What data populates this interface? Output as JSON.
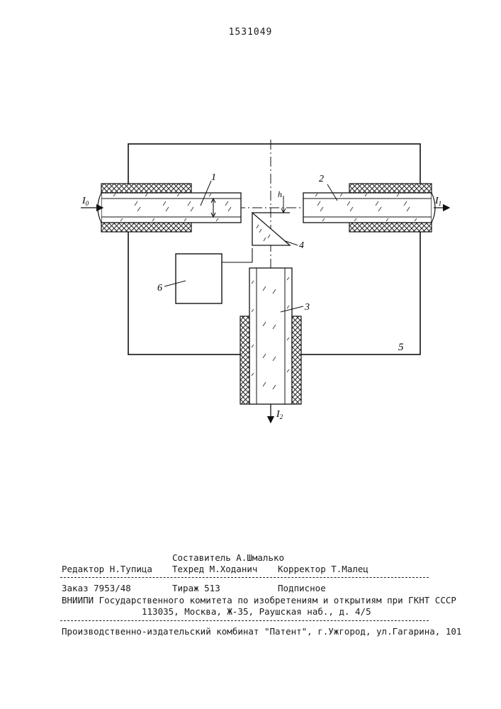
{
  "header": {
    "patent_number": "1531049"
  },
  "figure": {
    "labels": {
      "fiber_1": "1",
      "fiber_2": "2",
      "fiber_3": "3",
      "prism_4": "4",
      "housing_5": "5",
      "unit_6": "6",
      "gap_h": "h"
    },
    "beams": {
      "input": "I",
      "input_sub": "0",
      "output_1": "I",
      "output_1_sub": "1",
      "output_2": "I",
      "output_2_sub": "2"
    }
  },
  "imprint": {
    "compiler": "Составитель А.Шмалько",
    "editor": "Редактор Н.Тупица",
    "techred": "Техред М.Ходанич",
    "corrector": "Корректор Т.Малец",
    "order": "Заказ 7953/48",
    "circulation": "Тираж 513",
    "subscription": "Подписное",
    "institute_line1": "ВНИИПИ Государственного комитета по изобретениям и открытиям при ГКНТ СССР",
    "institute_line2": "113035, Москва, Ж-35, Раушская наб., д. 4/5",
    "publisher": "Производственно-издательский комбинат \"Патент\", г.Ужгород, ул.Гагарина, 101"
  }
}
